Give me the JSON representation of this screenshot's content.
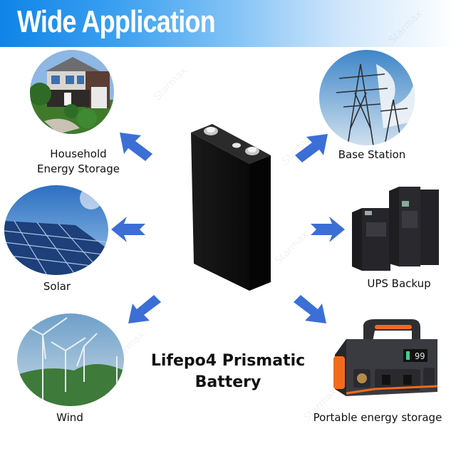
{
  "banner": {
    "title": "Wide Application"
  },
  "center": {
    "line1": "Lifepo4 Prismatic",
    "line2": "Battery"
  },
  "applications": [
    {
      "id": "household",
      "label_line1": "Household",
      "label_line2": "Energy Storage",
      "image": "house-photo"
    },
    {
      "id": "base-station",
      "label": "Base Station",
      "image": "power-tower-photo"
    },
    {
      "id": "solar",
      "label": "Solar",
      "image": "solar-panel-photo"
    },
    {
      "id": "ups",
      "label": "UPS Backup",
      "image": "ups-cabinet-photo"
    },
    {
      "id": "wind",
      "label": "Wind",
      "image": "wind-turbine-photo"
    },
    {
      "id": "portable",
      "label": "Portable energy storage",
      "image": "portable-power-station-photo",
      "display_value": "99"
    }
  ],
  "watermark": "Starmax",
  "colors": {
    "arrow": "#3b6fd6",
    "banner_start": "#0f84e8",
    "banner_end": "#ffffff",
    "accent_orange": "#f26b1d"
  }
}
